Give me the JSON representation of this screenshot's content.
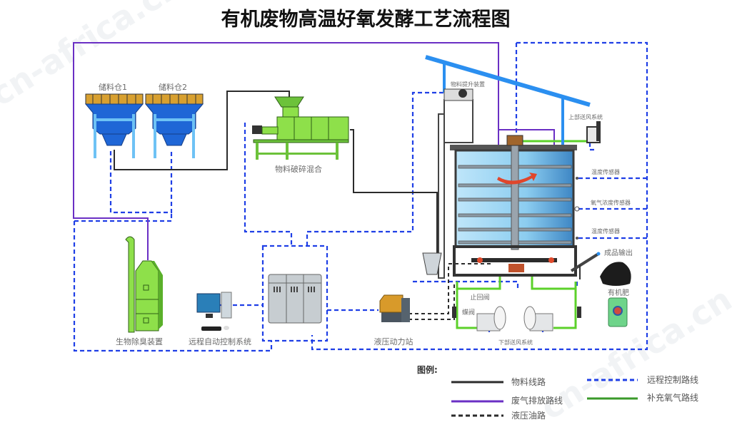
{
  "title": "有机废物高温好氧发酵工艺流程图",
  "watermark": "cn-africa.cn",
  "equipment": {
    "storage_bin_1": "储料仓1",
    "storage_bin_2": "储料仓2",
    "crusher_mixer": "物料破碎混合",
    "lifting_device": "物料提升装置",
    "upper_air_supply": "上部送风系统",
    "temp_sensor_top": "温度传感器",
    "oxygen_sensor": "氧气浓度传感器",
    "temp_sensor_bottom": "温度传感器",
    "product_output": "成品输出",
    "organic_fertilizer": "有机肥",
    "check_valve": "止回阀",
    "butterfly_valve": "蝶阀",
    "lower_air_supply": "下部送风系统",
    "hydraulic_station": "液压动力站",
    "remote_control": "远程自动控制系统",
    "deodorization": "生物除臭装置"
  },
  "legend": {
    "title": "图例:",
    "items": [
      {
        "label": "物料线路",
        "color": "#2b2b2b",
        "style": "solid"
      },
      {
        "label": "远程控制路线",
        "color": "#1f3fe6",
        "style": "dashed"
      },
      {
        "label": "废气排放路线",
        "color": "#6a2fc4",
        "style": "solid"
      },
      {
        "label": "补充氧气路线",
        "color": "#3a9a2a",
        "style": "solid"
      },
      {
        "label": "液压油路",
        "color": "#2b2b2b",
        "style": "dashed"
      }
    ]
  },
  "colors": {
    "material": "#2b2b2b",
    "control": "#1f3fe6",
    "exhaust": "#6a2fc4",
    "oxygen": "#5cd12a",
    "equipment_green": "#8ee04a",
    "bin_blue": "#1f66d6",
    "bin_top": "#d8a030",
    "roof_blue": "#2b8ff0"
  }
}
